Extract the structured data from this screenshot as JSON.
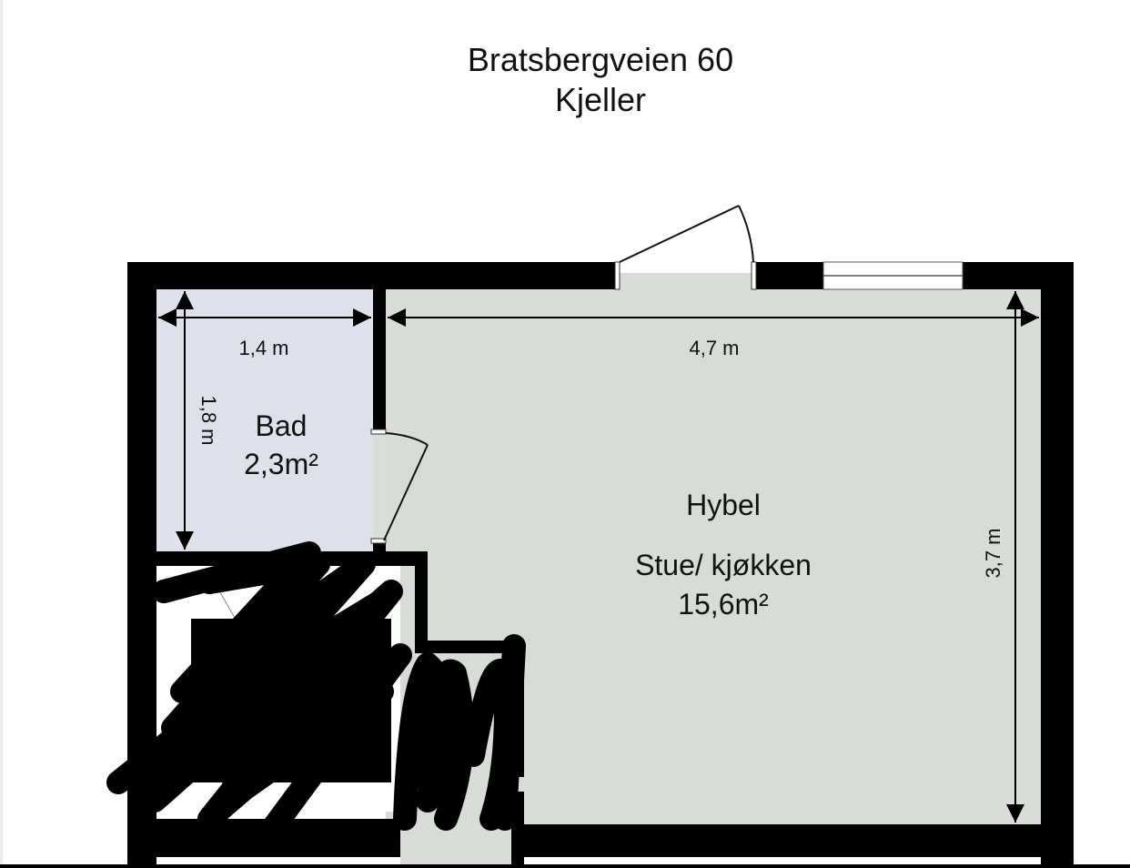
{
  "title": {
    "address": "Bratsbergveien 60",
    "floor": "Kjeller"
  },
  "colors": {
    "wall": "#000000",
    "bathroom_floor": "#dfe1ea",
    "living_floor": "#d8dcd6",
    "background": "#ffffff",
    "redaction": "#000000"
  },
  "rooms": [
    {
      "id": "bad",
      "name": "Bad",
      "area": "2,3m²",
      "width_label": "1,4 m",
      "height_label": "1,8 m"
    },
    {
      "id": "hybel",
      "name": "Hybel",
      "subtitle": "Stue/ kjøkken",
      "area": "15,6m²",
      "width_label": "4,7 m",
      "height_label": "3,7 m"
    }
  ],
  "annotations": {
    "redacted_area": "scribbled-out region (bottom-left rooms)"
  }
}
